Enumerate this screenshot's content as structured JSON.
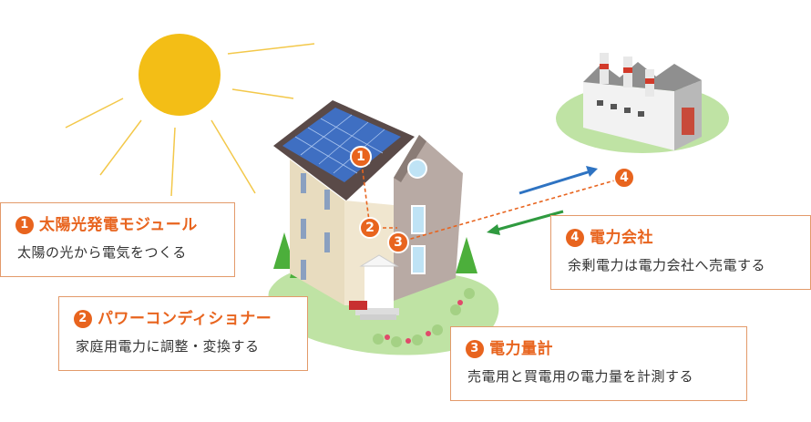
{
  "colors": {
    "accent": "#e8641e",
    "sun": "#f3be16",
    "sell_arrow": "#2e73c2",
    "buy_arrow": "#2f9a3f"
  },
  "labels": [
    {
      "num": "1",
      "title": "太陽光発電モジュール",
      "desc": "太陽の光から電気をつくる"
    },
    {
      "num": "2",
      "title": "パワーコンディショナー",
      "desc": "家庭用電力に調整・変換する"
    },
    {
      "num": "3",
      "title": "電力量計",
      "desc": "売電用と買電用の電力量を計測する"
    },
    {
      "num": "4",
      "title": "電力会社",
      "desc": "余剰電力は電力会社へ売電する"
    }
  ],
  "markers": [
    "1",
    "2",
    "3",
    "4"
  ],
  "icons": [
    "sun-icon",
    "house-icon",
    "solar-panel-icon",
    "power-plant-icon",
    "arrow-right-icon",
    "arrow-left-icon"
  ]
}
